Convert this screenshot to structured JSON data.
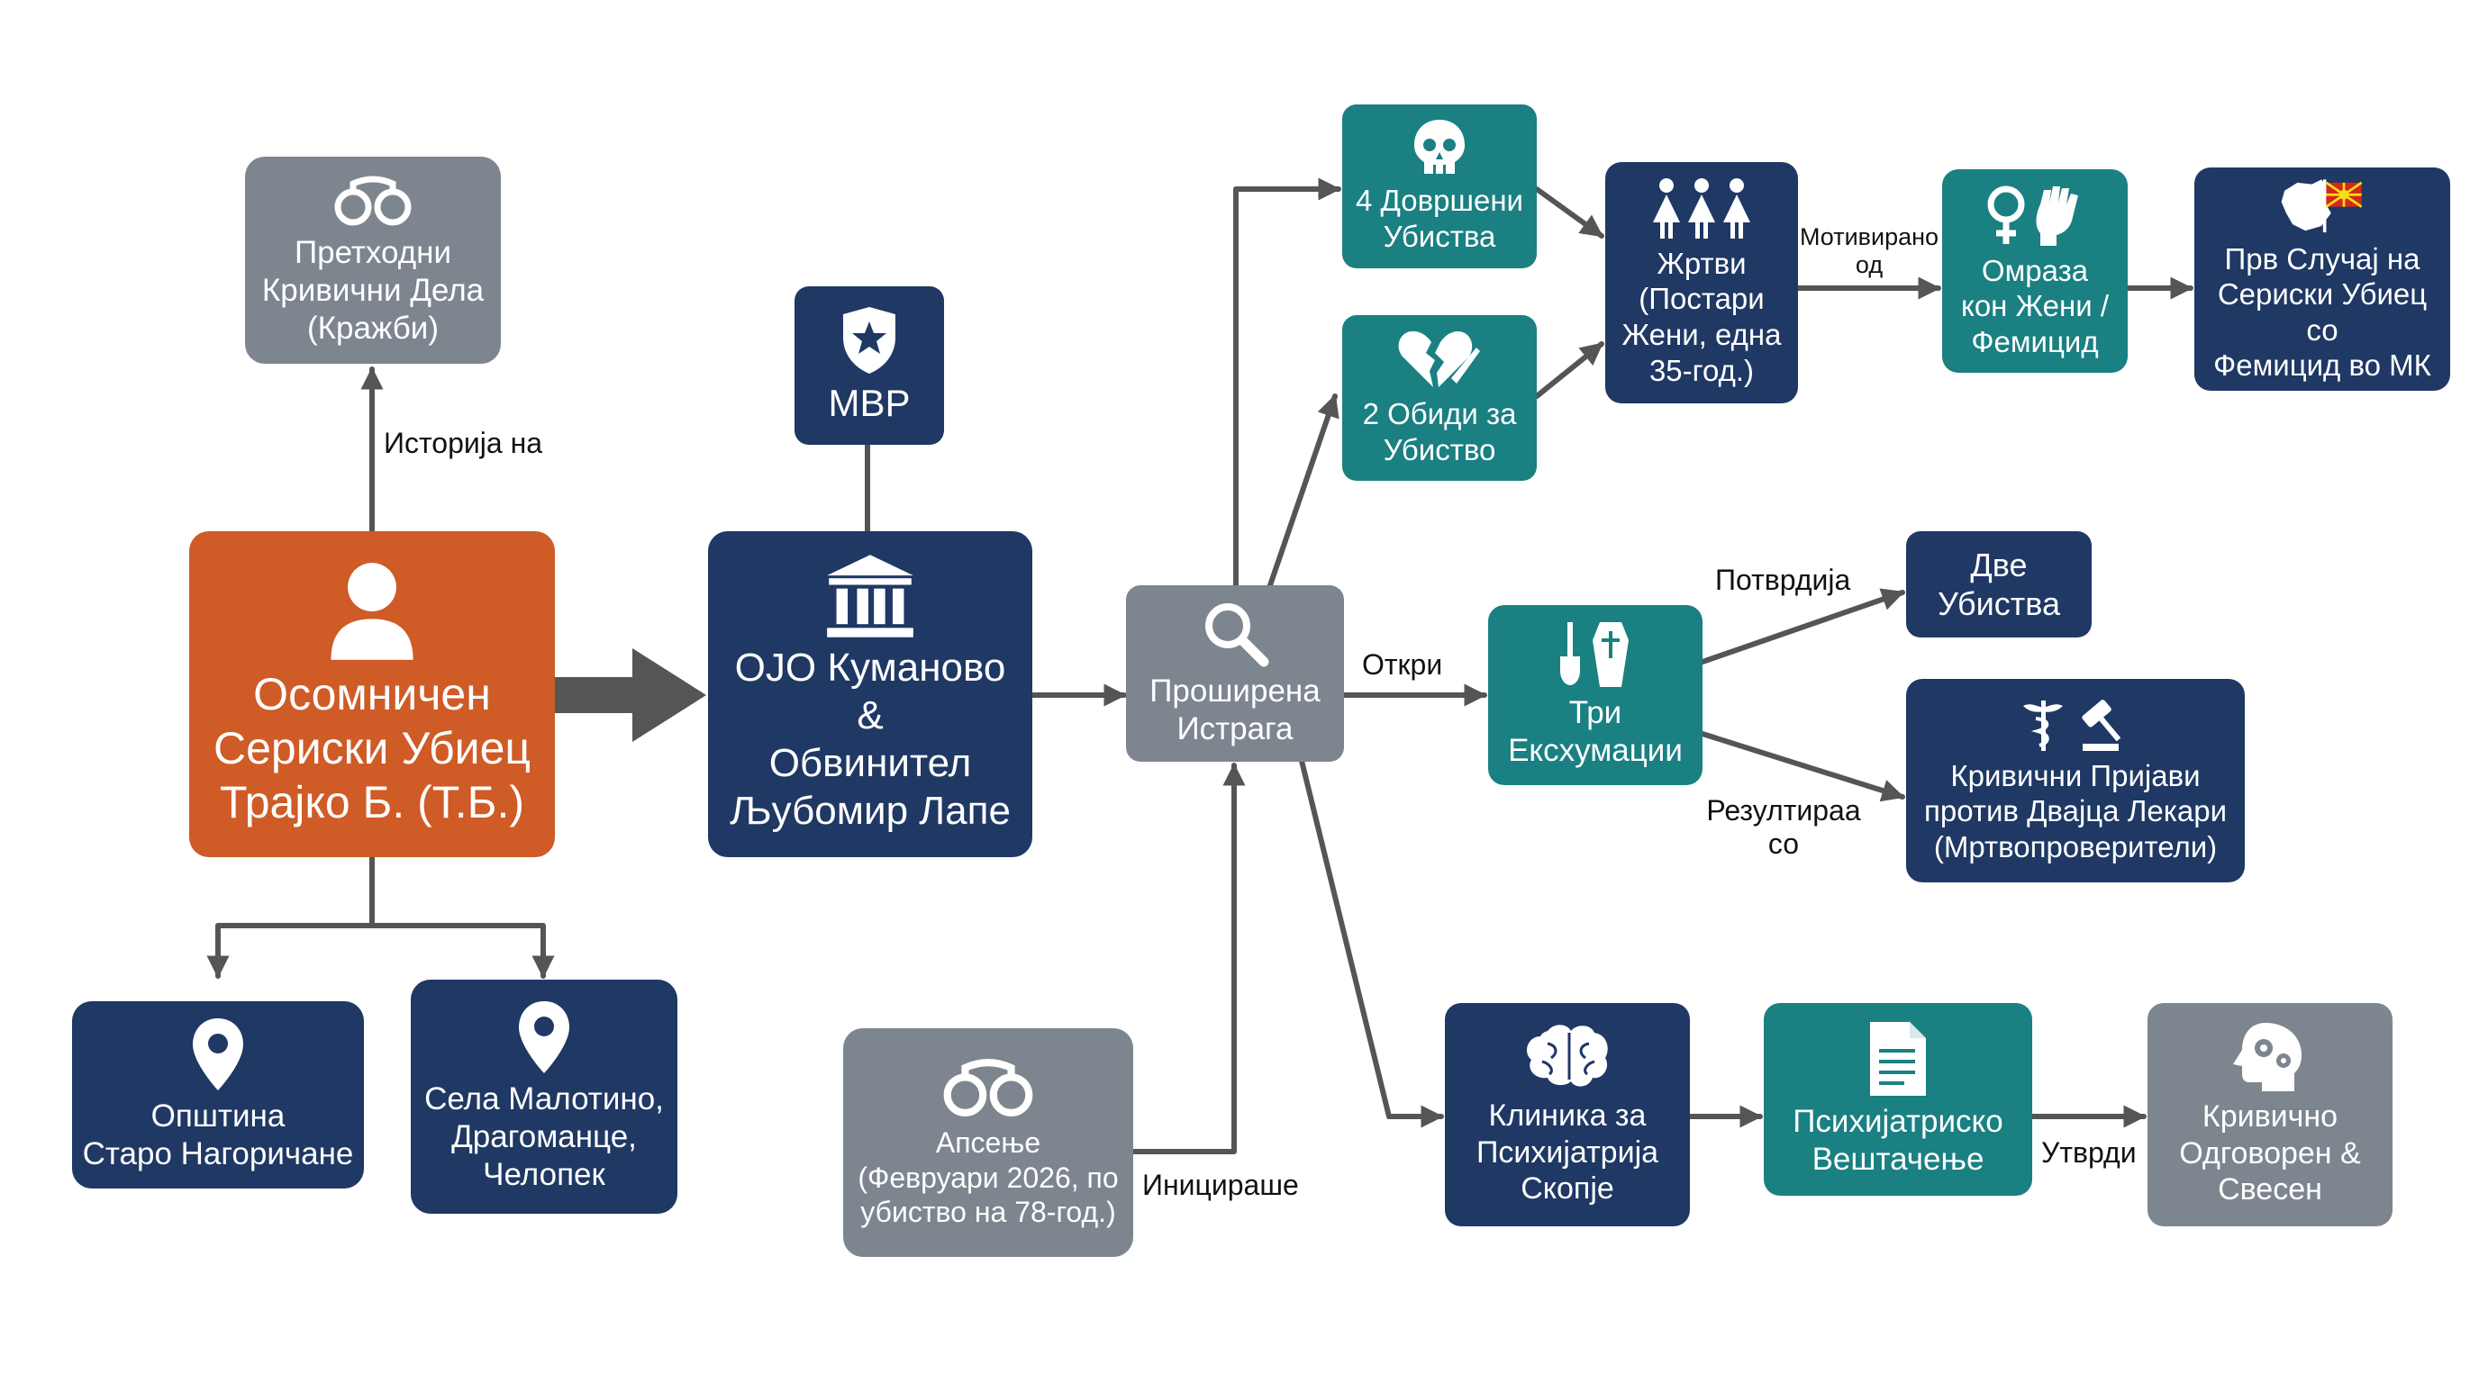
{
  "colors": {
    "navy": "#1f3864",
    "teal": "#1a8082",
    "gray": "#7d868f",
    "orange": "#cf5b26",
    "arrow": "#555555"
  },
  "nodes": {
    "suspect": {
      "label": "Осомничен\nСериски Убиец\nТрајко Б. (Т.Б.)",
      "icon": "person-icon"
    },
    "prior_crimes": {
      "label": "Претходни\nКривични Дела\n(Кражби)",
      "icon": "handcuffs-icon"
    },
    "municipality": {
      "label": "Општина\nСтаро Нагоричане",
      "icon": "location-pin-icon"
    },
    "villages": {
      "label": "Села Малотино,\nДрагоманце,\nЧелопек",
      "icon": "location-pin-icon"
    },
    "mvr": {
      "label": "МВР",
      "icon": "police-badge-icon"
    },
    "prosecutor": {
      "label": "ОЈО Куманово &\nОбвинител\nЉубомир Лапе",
      "icon": "courthouse-icon"
    },
    "investigation": {
      "label": "Проширена\nИстрага",
      "icon": "magnifier-icon"
    },
    "arrest": {
      "label": "Апсење\n(Февруари 2026, по\nубиство на 78-год.)",
      "icon": "handcuffs-icon"
    },
    "murders": {
      "label": "4 Довршени\nУбиства",
      "icon": "skull-icon"
    },
    "attempts": {
      "label": "2 Обиди за\nУбиство",
      "icon": "broken-heart-knife-icon"
    },
    "victims": {
      "label": "Жртви\n(Постари\nЖени, една\n35-год.)",
      "icon": "women-group-icon"
    },
    "femicide": {
      "label": "Омраза\nкон Жени /\nФемицид",
      "icon": "female-fist-icon"
    },
    "first_case": {
      "label": "Прв Случај на\nСериски Убиец со\nФемицид во МК",
      "icon": "north-macedonia-map-flag-icon"
    },
    "exhumations": {
      "label": "Три\nЕксхумации",
      "icon": "shovel-coffin-icon"
    },
    "two_murders": {
      "label": "Две\nУбиства"
    },
    "charges": {
      "label": "Кривични Пријави\nпротив Двајца Лекари\n(Мртвопроверители)",
      "icon": "medical-gavel-icon"
    },
    "clinic": {
      "label": "Клиника за\nПсихијатрија\nСкопје",
      "icon": "brain-icon"
    },
    "expertise": {
      "label": "Психијатриско\nВештачење",
      "icon": "document-icon"
    },
    "verdict": {
      "label": "Кривично\nОдговорен &\nСвесен",
      "icon": "head-gears-icon"
    }
  },
  "edge_labels": {
    "history": "Историја на",
    "motivated": "Мотивирано\nод",
    "discovered": "Откри",
    "confirmed": "Потврдија",
    "resulted": "Резултираа\nсо",
    "initiates": "Иницираше",
    "determined": "Утврди"
  }
}
